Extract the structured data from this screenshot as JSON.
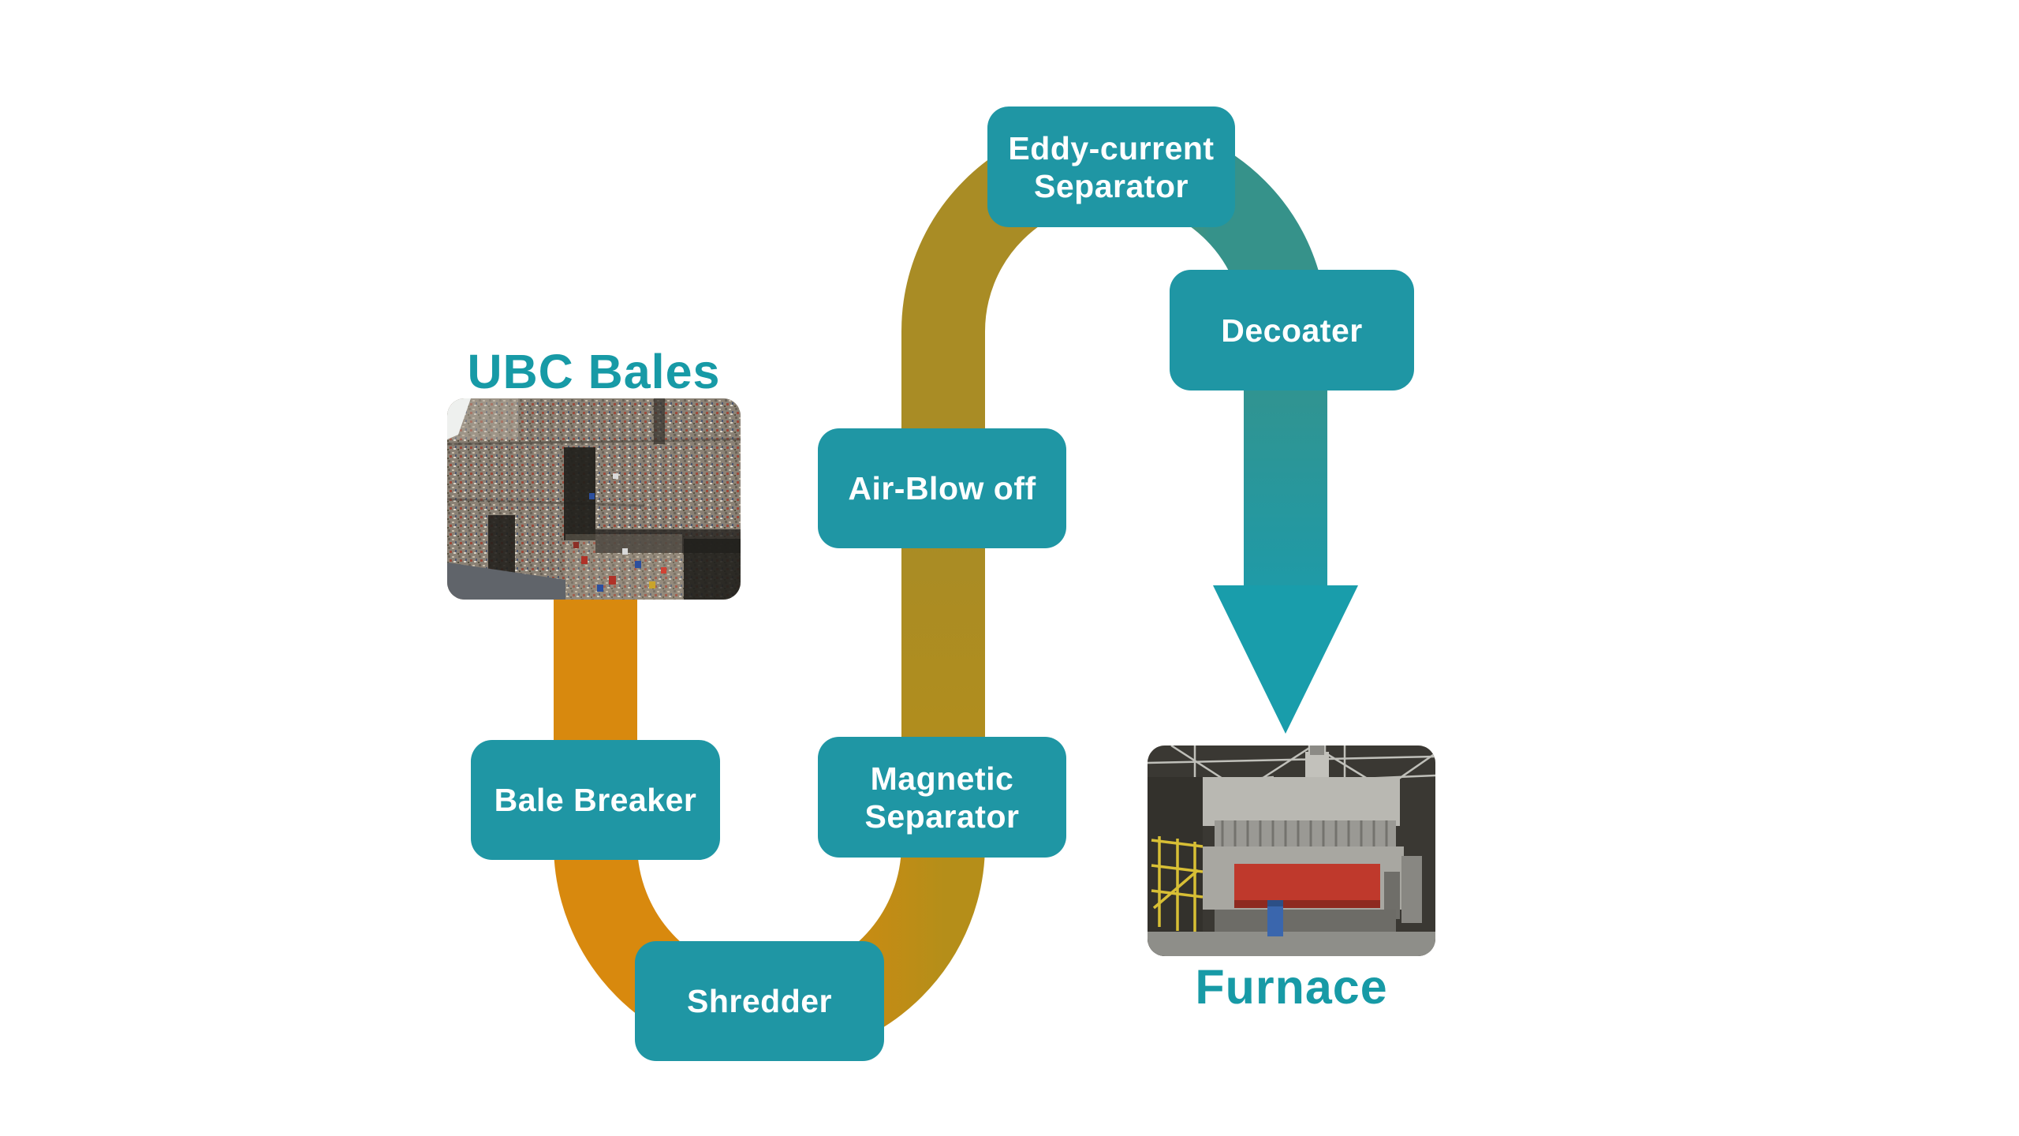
{
  "diagram_title": "UBC recycling process flow",
  "palette": {
    "teal_box": "#1f96a4",
    "teal_title": "#179aa6",
    "band_orange": "#d8890e",
    "band_olive_deep": "#b58e19",
    "band_olive": "#a98c25",
    "band_arc_teal": "#36928a",
    "band_shaft_teal": "#1f9aa7",
    "arrow_teal": "#199dab",
    "box_text": "#ffffff",
    "background": "#ffffff"
  },
  "stages": [
    {
      "key": "ubc_bales",
      "kind": "photo-label",
      "label": "UBC Bales",
      "photo_alt": "Stacked bales of crushed used beverage cans"
    },
    {
      "key": "bale_breaker",
      "kind": "process-step",
      "label": "Bale Breaker"
    },
    {
      "key": "shredder",
      "kind": "process-step",
      "label": "Shredder"
    },
    {
      "key": "magnetic_separator",
      "kind": "process-step",
      "label": "Magnetic\nSeparator"
    },
    {
      "key": "air_blow_off",
      "kind": "process-step",
      "label": "Air-Blow off"
    },
    {
      "key": "eddy_current_separator",
      "kind": "process-step",
      "label": "Eddy-current\nSeparator"
    },
    {
      "key": "decoater",
      "kind": "process-step",
      "label": "Decoater"
    },
    {
      "key": "furnace",
      "kind": "photo-label",
      "label": "Furnace",
      "photo_alt": "Industrial aluminium melting furnace inside a plant"
    }
  ]
}
